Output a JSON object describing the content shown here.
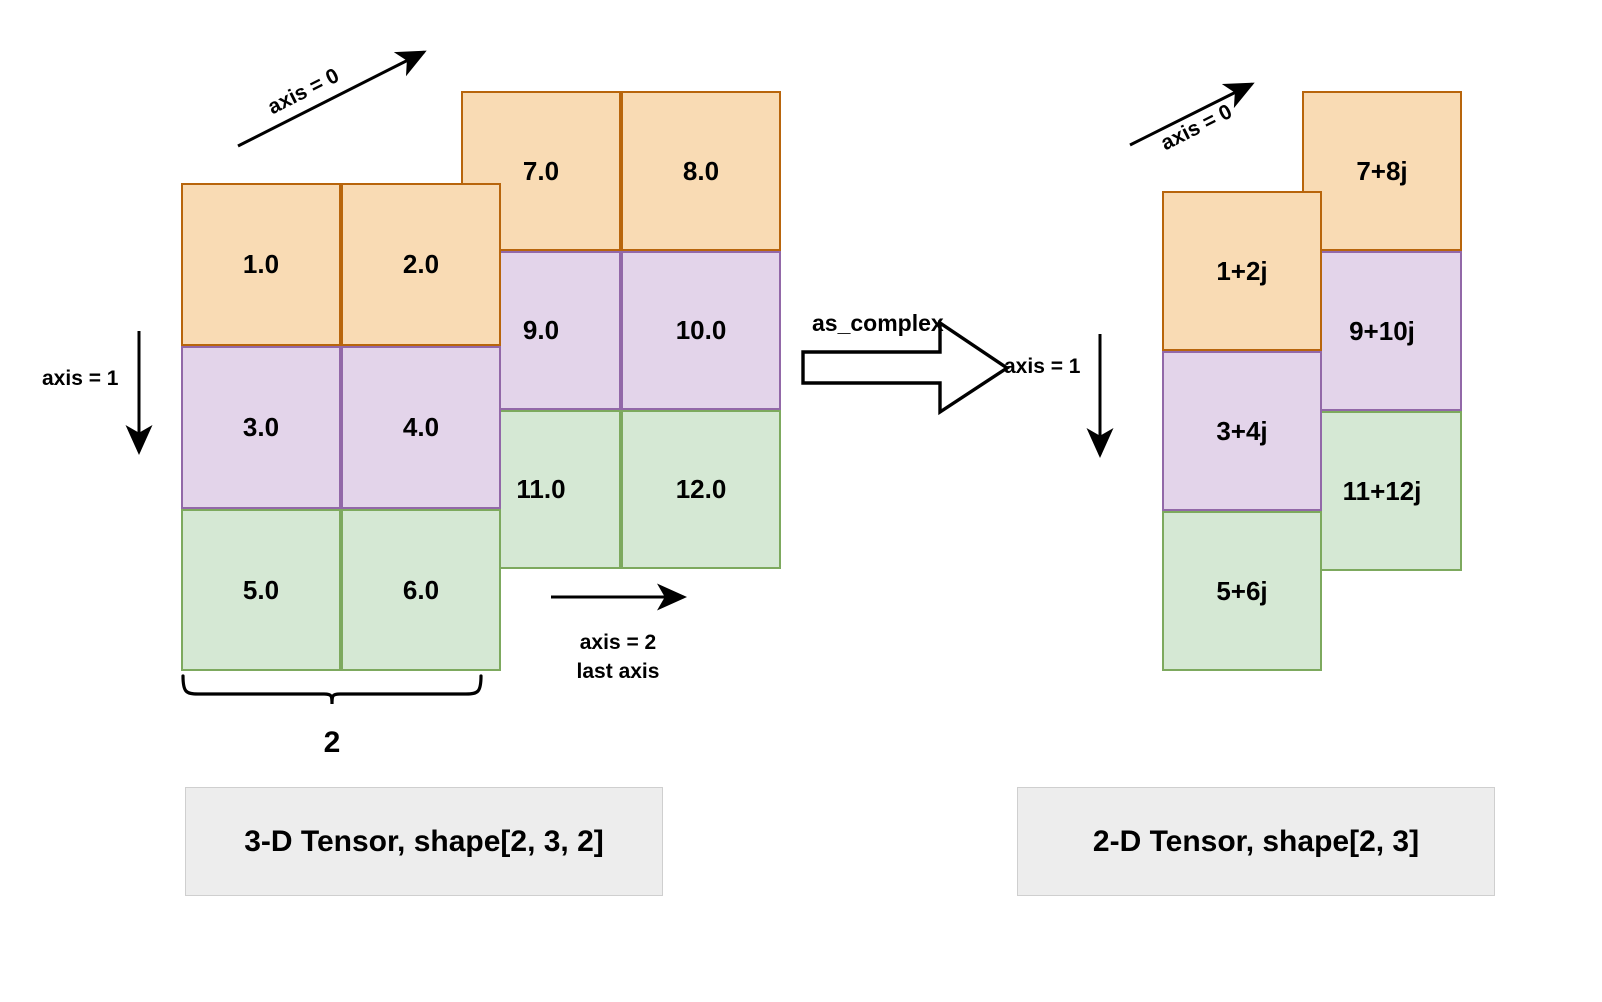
{
  "diagram": {
    "title_left": "3-D Tensor, shape[2, 3, 2]",
    "title_right": "2-D Tensor, shape[2, 3]",
    "operation_label": "as_complex",
    "dim_size_label": "2",
    "colors": {
      "orange_fill": "#F9DBB4",
      "orange_stroke": "#B8650C",
      "purple_fill": "#E3D4EA",
      "purple_stroke": "#9268A8",
      "green_fill": "#D5E8D4",
      "green_stroke": "#7DA95E",
      "box_fill": "#EDEDED",
      "box_stroke": "#CFCFCF",
      "line": "#000000"
    }
  },
  "left_tensor": {
    "axis0_label": "axis = 0",
    "axis1_label": "axis = 1",
    "axis2_label": "axis = 2",
    "axis2_sublabel": "last axis",
    "front_slice": {
      "rows": [
        {
          "color": "orange",
          "cells": [
            "1.0",
            "2.0"
          ]
        },
        {
          "color": "purple",
          "cells": [
            "3.0",
            "4.0"
          ]
        },
        {
          "color": "green",
          "cells": [
            "5.0",
            "6.0"
          ]
        }
      ]
    },
    "back_slice": {
      "rows": [
        {
          "color": "orange",
          "cells": [
            "7.0",
            "8.0"
          ]
        },
        {
          "color": "purple",
          "cells": [
            "9.0",
            "10.0"
          ]
        },
        {
          "color": "green",
          "cells": [
            "11.0",
            "12.0"
          ]
        }
      ]
    }
  },
  "right_tensor": {
    "axis0_label": "axis = 0",
    "axis1_label": "axis = 1",
    "front_slice": {
      "rows": [
        {
          "color": "orange",
          "cells": [
            "1+2j"
          ]
        },
        {
          "color": "purple",
          "cells": [
            "3+4j"
          ]
        },
        {
          "color": "green",
          "cells": [
            "5+6j"
          ]
        }
      ]
    },
    "back_slice": {
      "rows": [
        {
          "color": "orange",
          "cells": [
            "7+8j"
          ]
        },
        {
          "color": "purple",
          "cells": [
            "9+10j"
          ]
        },
        {
          "color": "green",
          "cells": [
            "11+12j"
          ]
        }
      ]
    }
  }
}
